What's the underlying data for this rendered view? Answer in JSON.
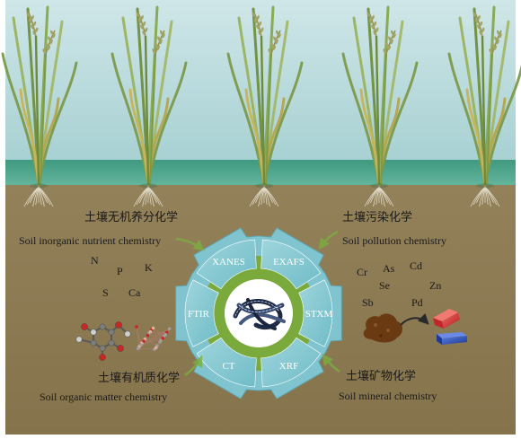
{
  "sections": {
    "inorganic": {
      "title_zh": "土壤无机养分化学",
      "title_en": "Soil inorganic nutrient chemistry",
      "elements": [
        "N",
        "P",
        "K",
        "S",
        "Ca"
      ]
    },
    "pollution": {
      "title_zh": "土壤污染化学",
      "title_en": "Soil pollution chemistry"
    },
    "organic": {
      "title_zh": "土壤有机质化学",
      "title_en": "Soil organic matter chemistry"
    },
    "mineral": {
      "title_zh": "土壤矿物化学",
      "title_en": "Soil mineral chemistry",
      "elements": [
        "Cr",
        "As",
        "Cd",
        "Se",
        "Zn",
        "Sb",
        "Pd"
      ]
    }
  },
  "gear_segments": [
    "XANES",
    "EXAFS",
    "STXM",
    "XRF",
    "CT",
    "FTIR"
  ],
  "colors": {
    "sky": "#b9d9dc",
    "water_band": "#4fa58c",
    "soil": "#8c7a52",
    "gear_blue": "#79c3cd",
    "gear_blue_light": "#a6d8de",
    "gear_green": "#7aa93c",
    "text": "#1a1a1a",
    "arrow": "#7cae3f",
    "crystal_red": "#d8302f",
    "crystal_blue": "#2d4fb0",
    "soil_lump": "#6a3a12"
  },
  "icons": [
    "rice-plant-icon",
    "carbon-nanotube-icon",
    "molecule-icon",
    "soil-lump-icon",
    "crystal-icon",
    "curved-arrow-icon"
  ]
}
